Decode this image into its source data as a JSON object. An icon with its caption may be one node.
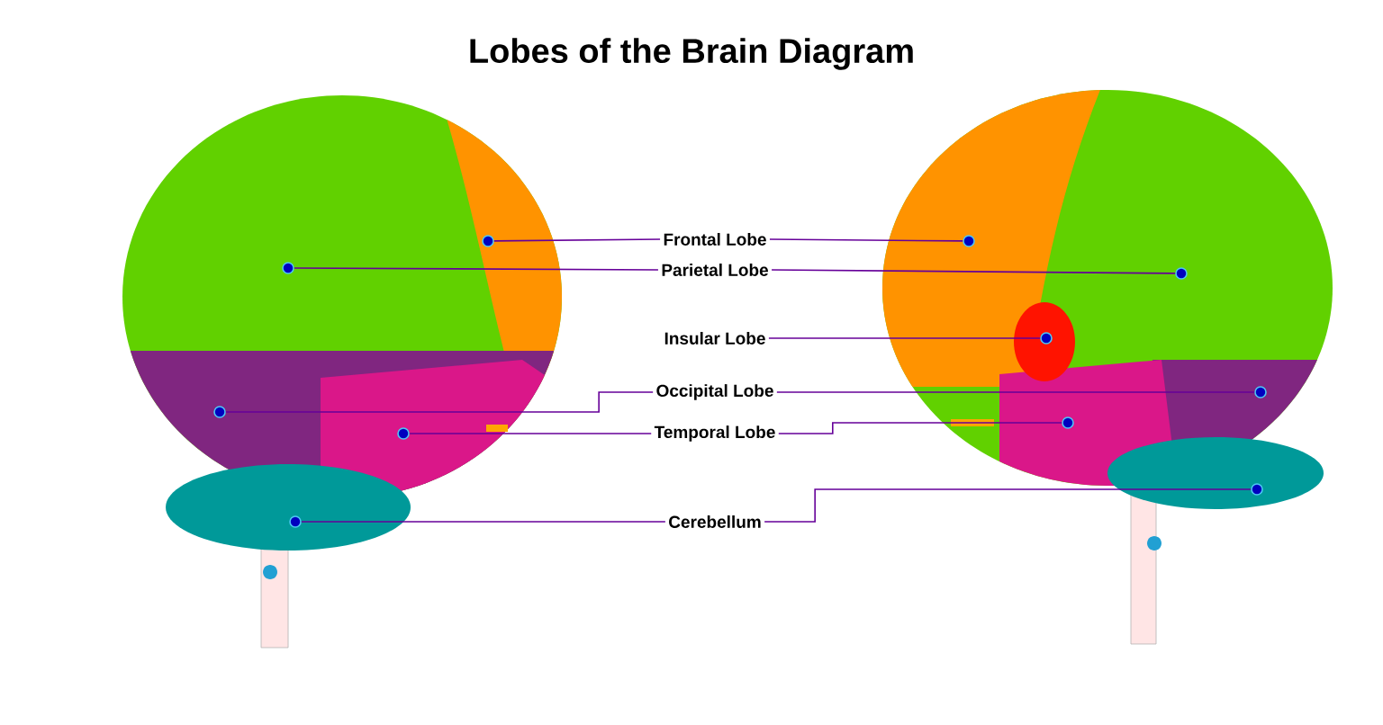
{
  "diagram": {
    "title": "Lobes of the Brain Diagram",
    "nodes": [
      {
        "text": [
          "Frontal Lobe"
        ]
      },
      {
        "text": [
          "Parietal Lobe"
        ]
      },
      {
        "text": [
          "Insular Lobe"
        ]
      },
      {
        "text": [
          "Occipital Lobe"
        ]
      },
      {
        "text": [
          "Temporal Lobe"
        ]
      },
      {
        "text": [
          "Cerebellum"
        ]
      },
      {
        "text": [],
        "shape": "circle"
      },
      {
        "text": [],
        "shape": "circle"
      },
      {
        "text": [],
        "shape": "circle"
      },
      {
        "text": [],
        "shape": "circle"
      },
      {
        "text": [],
        "shape": "circle"
      },
      {
        "text": [],
        "shape": "circle"
      },
      {
        "text": [],
        "shape": "circle"
      },
      {
        "text": [],
        "shape": "circle"
      },
      {
        "text": [],
        "shape": "circle"
      },
      {
        "text": [],
        "shape": "circle"
      },
      {
        "text": [],
        "shape": "circle"
      }
    ],
    "edges": [
      {
        "from": 0,
        "to": 10,
        "arrow": "none"
      },
      {
        "from": 1,
        "to": 7,
        "arrow": "none"
      },
      {
        "from": 3,
        "to": 6,
        "arrow": "none"
      },
      {
        "from": 4,
        "to": 9,
        "arrow": "none"
      },
      {
        "from": 5,
        "to": 8,
        "arrow": "none"
      },
      {
        "from": 0,
        "to": 11,
        "arrow": "none"
      },
      {
        "from": 1,
        "to": 14,
        "arrow": "none"
      },
      {
        "from": 2,
        "to": 12,
        "arrow": "none"
      },
      {
        "from": 3,
        "to": 16,
        "arrow": "none"
      },
      {
        "from": 4,
        "to": 13,
        "arrow": "none"
      },
      {
        "from": 5,
        "to": 15,
        "arrow": "none"
      }
    ]
  }
}
